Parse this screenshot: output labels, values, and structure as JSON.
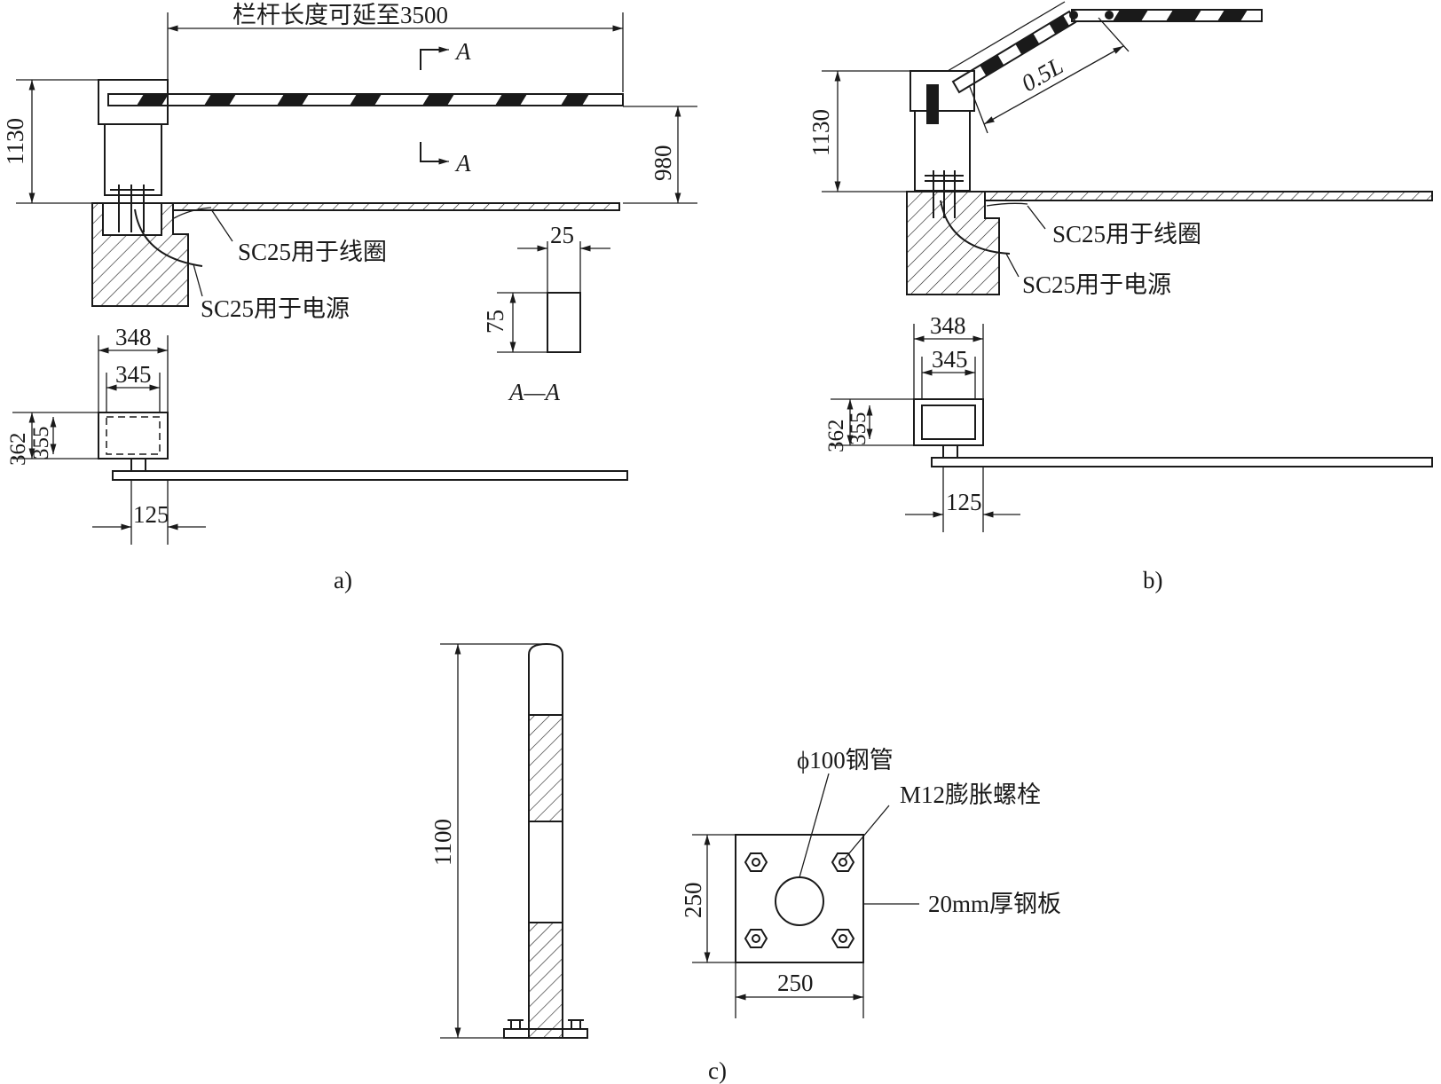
{
  "figure_a": {
    "caption": "a)",
    "arm_length_note": "栏杆长度可延至3500",
    "dim_total_height": "1130",
    "dim_arm_height": "980",
    "section_mark": "A",
    "conduit_coil": "SC25用于线圈",
    "conduit_power": "SC25用于电源",
    "dim_outer_width": "348",
    "dim_inner_width": "345",
    "dim_outer_depth": "362",
    "dim_inner_depth": "355",
    "dim_offset": "125",
    "section_title": "A—A",
    "section_width": "25",
    "section_height": "75"
  },
  "figure_b": {
    "caption": "b)",
    "dim_total_height": "1130",
    "dim_fold": "0.5L",
    "conduit_coil": "SC25用于线圈",
    "conduit_power": "SC25用于电源",
    "dim_outer_width": "348",
    "dim_inner_width": "345",
    "dim_outer_depth": "362",
    "dim_inner_depth": "355",
    "dim_offset": "125"
  },
  "figure_c": {
    "caption": "c)",
    "post_height": "1100",
    "pipe_label": "ϕ100钢管",
    "bolt_label": "M12膨胀螺栓",
    "plate_label": "20mm厚钢板",
    "plate_height": "250",
    "plate_width": "250"
  },
  "colors": {
    "line": "#1a1a1a",
    "background": "#ffffff"
  }
}
